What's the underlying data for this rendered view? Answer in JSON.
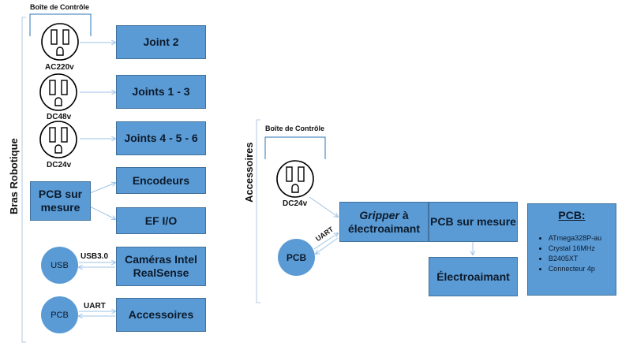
{
  "left": {
    "section_title": "Bras Robotique",
    "control_box_label": "Boîte de Contrôle",
    "outlets": [
      "AC220v",
      "DC48v",
      "DC24v"
    ],
    "boxes": {
      "joint2": "Joint 2",
      "joints13": "Joints 1 - 3",
      "joints456": "Joints 4 - 5 - 6",
      "pcb": "PCB sur mesure",
      "encodeurs": "Encodeurs",
      "efio": "EF I/O",
      "cameras": "Caméras Intel RealSense",
      "accessoires": "Accessoires"
    },
    "circles": {
      "usb": "USB",
      "pcb": "PCB"
    },
    "link_labels": {
      "usb": "USB3.0",
      "uart": "UART"
    }
  },
  "right": {
    "section_title": "Accessoires",
    "control_box_label": "Boîte de Contrôle",
    "outlet": "DC24v",
    "gripper_italic": "Gripper",
    "gripper_rest": " à électroaimant",
    "pcb_box": "PCB sur mesure",
    "electro_box": "Électroaimant",
    "circle_pcb": "PCB",
    "uart": "UART",
    "pcb_info": {
      "title": "PCB:",
      "items": [
        "ATmega328P-au",
        "Crystal 16MHz",
        "B2405XT",
        "Connecteur 4p"
      ]
    }
  },
  "colors": {
    "box_fill": "#5b9bd5",
    "box_border": "#41719c",
    "line": "#9dc3e6"
  }
}
